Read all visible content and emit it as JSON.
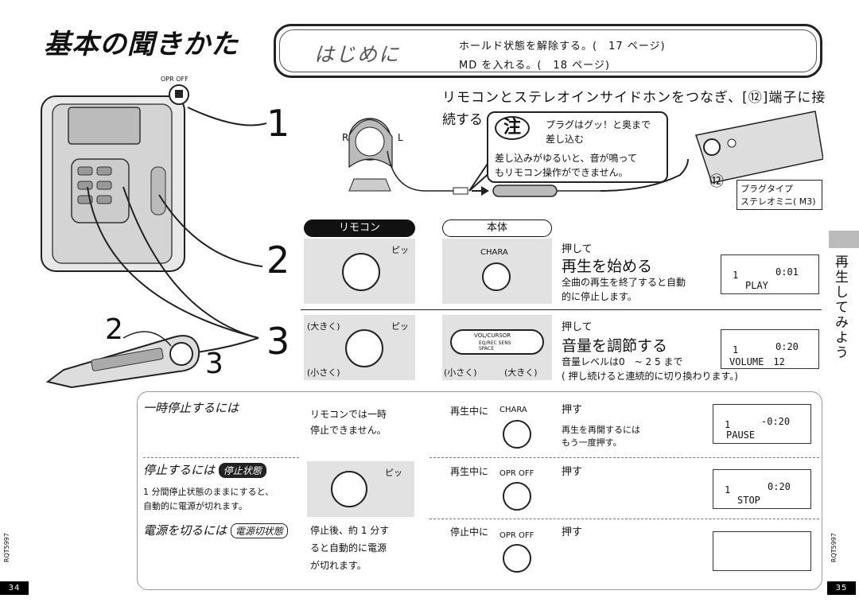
{
  "page_title": "基本の聞きかた",
  "intro": {
    "heading": "はじめに",
    "line1": "ホールド状態を解除する。(　17 ページ)",
    "line2": "MD を入れる。(　18 ページ)"
  },
  "device": {
    "opr_off": "OPR OFF",
    "step_labels": [
      "1",
      "2",
      "3",
      "2",
      "3"
    ]
  },
  "step1": {
    "text1": "リモコンとステレオインサイドホンをつなぎ、[⑫]端子に接",
    "text2": "続する",
    "r": "R",
    "l": "L",
    "note_head": "プラグはグッ！と奥まで",
    "note_head2": "差し込む",
    "note_mark": "注",
    "note_body1": "差し込みがゆるいと、音が鳴って",
    "note_body2": "もリモコン操作ができません。",
    "jack_num": "⑫",
    "plug_type1": "プラグタイプ",
    "plug_type2": "ステレオミニ( M3)"
  },
  "columns": {
    "remote": "リモコン",
    "body": "本体"
  },
  "step2": {
    "beep": "ピッ",
    "chara": "CHARA",
    "push": "押して",
    "title": "再生を始める",
    "desc1": "全曲の再生を終了すると自動",
    "desc2": "的に停止します。",
    "lcd1": "1",
    "lcd_time": "0:01",
    "lcd2": "PLAY"
  },
  "step3": {
    "louder": "(大きく)",
    "softer": "(小さく)",
    "beep": "ピッ",
    "vol_label": "VOL/CURSOR",
    "eq_label": "EQ/REC SENS SPACE",
    "body_softer": "(小さく)",
    "body_louder": "(大きく)",
    "push": "押して",
    "title": "音量を調節する",
    "desc1": "音量レベルは0　~ 2 5 まで",
    "desc2": "( 押し続けると連続的に切り換わります。)",
    "lcd1": "1",
    "lcd_time": "0:20",
    "lcd2": "VOLUME　12"
  },
  "pause": {
    "title": "一時停止するには",
    "remote": [
      "リモコンでは一時",
      "停止できません。"
    ],
    "during": "再生中に",
    "chara": "CHARA",
    "push": "押す",
    "resume1": "再生を再開するには",
    "resume2": "もう一度押す。",
    "lcd1": "1",
    "lcd_time": "-0:20",
    "lcd2": "PAUSE"
  },
  "stop": {
    "title": "停止するには",
    "tag": "停止状態",
    "desc1": "1 分間停止状態のままにすると、",
    "desc2": "自動的に電源が切れます。",
    "beep": "ピッ",
    "during": "再生中に",
    "opr": "OPR OFF",
    "push": "押す",
    "lcd1": "1",
    "lcd_time": "0:20",
    "lcd2": "STOP"
  },
  "power": {
    "title": "電源を切るには",
    "tag": "電源切状態",
    "remote": [
      "停止後、約 1 分す",
      "ると自動的に電源",
      "が切れます。"
    ],
    "during": "停止中に",
    "opr": "OPR OFF",
    "push": "押す"
  },
  "side_title": "再生してみよう",
  "rqt": "RQT5997",
  "page_left": "34",
  "page_right": "35"
}
